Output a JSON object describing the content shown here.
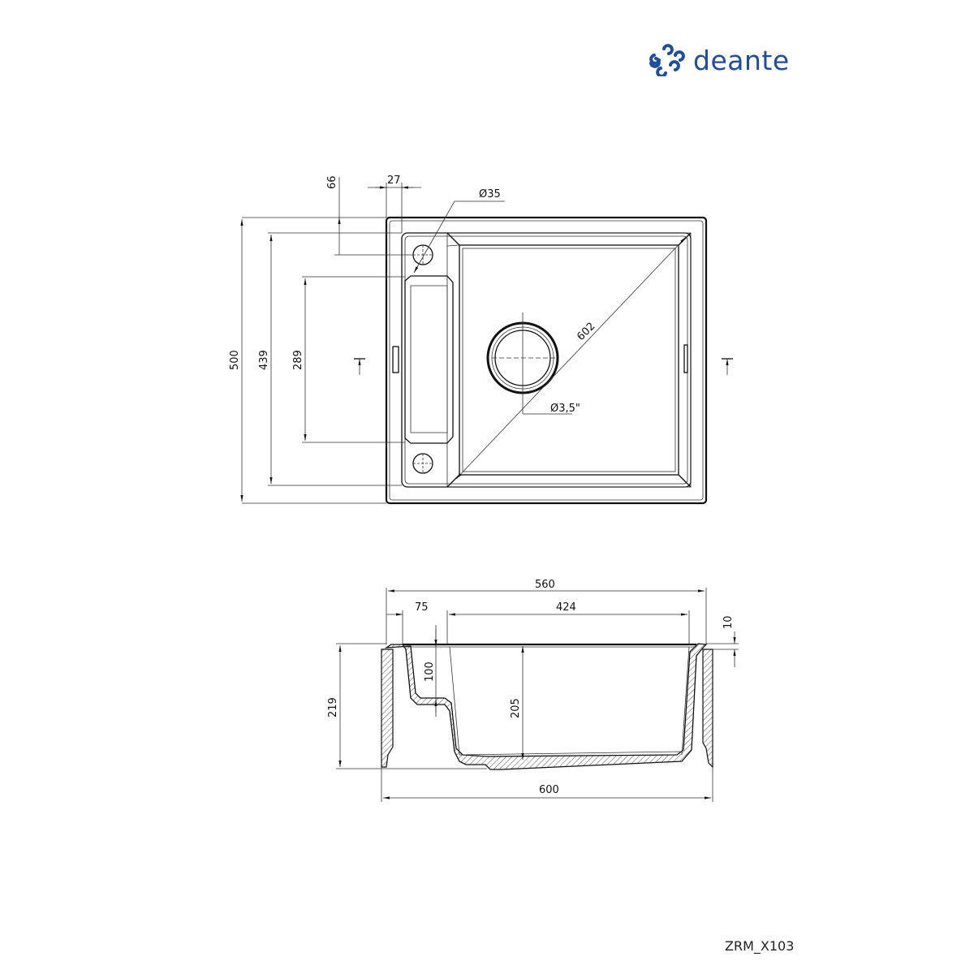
{
  "brand": {
    "name": "deante",
    "color": "#1f4e9c"
  },
  "drawing_code": "ZRM_X103",
  "plan_view": {
    "dimensions": {
      "overall_depth": "500",
      "inner_depth": "439",
      "drainer_length": "289",
      "tap_hole_offset_y": "66",
      "tap_hole_offset_x": "27",
      "tap_hole_diameter": "Ø35",
      "bowl_diagonal": "602",
      "drain_diameter": "Ø3,5\""
    }
  },
  "section_view": {
    "dimensions": {
      "cutout_width": "560",
      "drainer_width": "75",
      "bowl_width": "424",
      "rim_height": "10",
      "overall_height": "219",
      "drainer_depth": "100",
      "bowl_depth": "205",
      "overall_width": "600"
    }
  }
}
